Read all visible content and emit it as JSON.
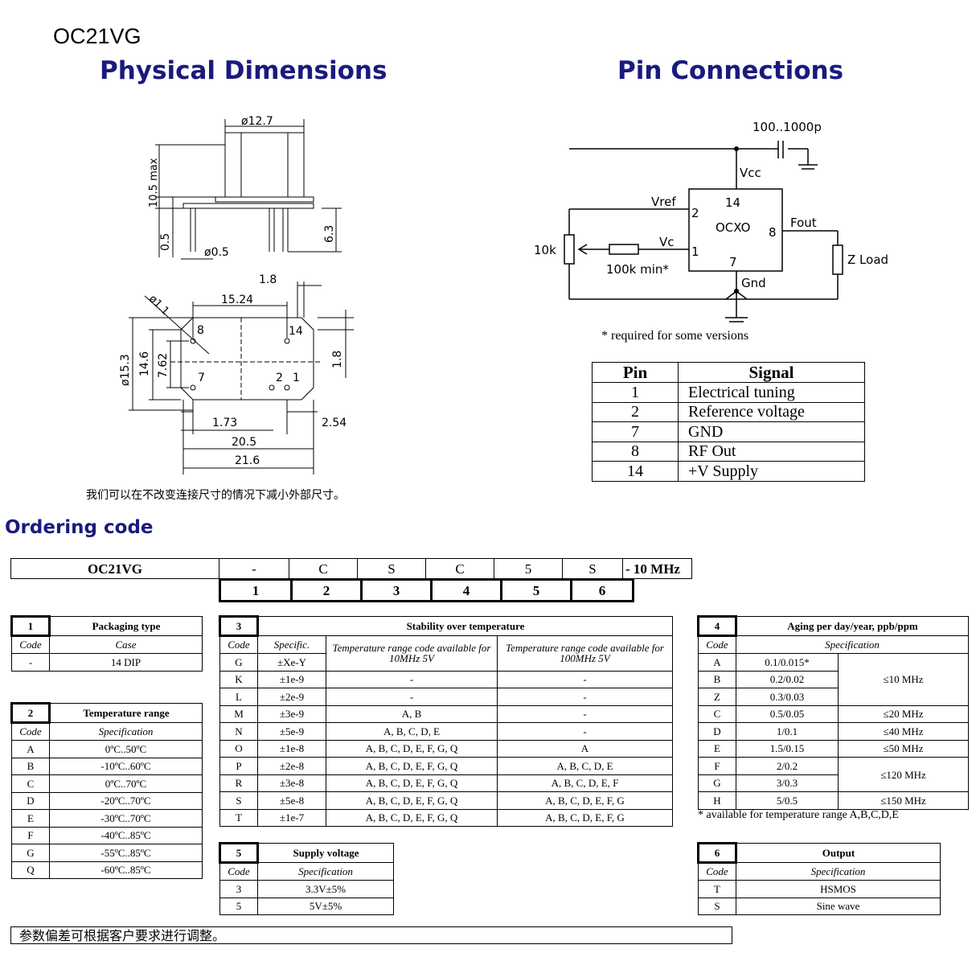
{
  "header": {
    "model": "OC21VG",
    "left_title": "Physical Dimensions",
    "right_title": "Pin Connections"
  },
  "drawing": {
    "dims": {
      "d127": "ø12.7",
      "h105": "10.5 max",
      "d05": "ø0.5",
      "h05": "0.5",
      "h63": "6.3",
      "d18top": "1.8",
      "d11": "ø1.1",
      "d1524": "15.24",
      "d153": "ø15.3",
      "d146": "14.6",
      "d762": "7.62",
      "d18r": "1.8",
      "d173": "1.73",
      "d254": "2.54",
      "d205": "20.5",
      "d216": "21.6"
    },
    "pins": {
      "p8": "8",
      "p14": "14",
      "p7": "7",
      "p2": "2",
      "p1": "1"
    },
    "note_cn": "我们可以在不改变连接尺寸的情况下减小外部尺寸。"
  },
  "circuit": {
    "cap": "100..1000p",
    "vcc": "Vcc",
    "vref": "Vref",
    "vc": "Vc",
    "pin14": "14",
    "pin2": "2",
    "pin1": "1",
    "pin8": "8",
    "pin7": "7",
    "ocxo": "OCXO",
    "fout": "Fout",
    "gnd": "Gnd",
    "pot": "10k",
    "res": "100k min*",
    "load": "Z Load",
    "footnote": "* required for some versions"
  },
  "pin_table": {
    "headers": [
      "Pin",
      "Signal"
    ],
    "rows": [
      [
        "1",
        "Electrical tuning"
      ],
      [
        "2",
        "Reference voltage"
      ],
      [
        "7",
        "GND"
      ],
      [
        "8",
        "RF Out"
      ],
      [
        "14",
        "+V Supply"
      ]
    ]
  },
  "ordering": {
    "title": "Ordering code",
    "code_row": [
      "OC21VG",
      "-",
      "C",
      "S",
      "C",
      "5",
      "S",
      "- 10 MHz"
    ],
    "num_row": [
      "1",
      "2",
      "3",
      "4",
      "5",
      "6"
    ]
  },
  "box1": {
    "num": "1",
    "title": "Packaging type",
    "col1": "Code",
    "col2": "Case",
    "rows": [
      [
        "-",
        "14 DIP"
      ]
    ]
  },
  "box2": {
    "num": "2",
    "title": "Temperature range",
    "col1": "Code",
    "col2": "Specification",
    "rows": [
      [
        "A",
        "0ºC..50ºC"
      ],
      [
        "B",
        "-10ºC..60ºC"
      ],
      [
        "C",
        "0ºC..70ºC"
      ],
      [
        "D",
        "-20ºC..70ºC"
      ],
      [
        "E",
        "-30ºC..70ºC"
      ],
      [
        "F",
        "-40ºC..85ºC"
      ],
      [
        "G",
        "-55ºC..85ºC"
      ],
      [
        "Q",
        "-60ºC..85ºC"
      ]
    ]
  },
  "box3": {
    "num": "3",
    "title": "Stability over temperature",
    "col1": "Code",
    "col2": "Specific.",
    "col3": "Temperature range code available for 10MHz 5V",
    "col4": "Temperature range code available for 100MHz 5V",
    "rows": [
      [
        "G",
        "±Xe-Y",
        "",
        ""
      ],
      [
        "K",
        "±1e-9",
        "-",
        "-"
      ],
      [
        "L",
        "±2e-9",
        "-",
        "-"
      ],
      [
        "M",
        "±3e-9",
        "A, B",
        "-"
      ],
      [
        "N",
        "±5e-9",
        "A, B, C, D, E",
        "-"
      ],
      [
        "O",
        "±1e-8",
        "A, B, C, D, E, F, G, Q",
        "A"
      ],
      [
        "P",
        "±2e-8",
        "A, B, C, D, E, F, G, Q",
        "A, B, C, D, E"
      ],
      [
        "R",
        "±3e-8",
        "A, B, C, D, E, F, G, Q",
        "A, B, C, D, E, F"
      ],
      [
        "S",
        "±5e-8",
        "A, B, C, D, E, F, G, Q",
        "A, B, C, D, E, F, G"
      ],
      [
        "T",
        "±1e-7",
        "A, B, C, D, E, F, G, Q",
        "A, B, C, D, E, F, G"
      ]
    ]
  },
  "box4": {
    "num": "4",
    "title": "Aging per day/year, ppb/ppm",
    "col1": "Code",
    "col2": "Specification",
    "rows": [
      [
        "A",
        "0.1/0.015*"
      ],
      [
        "B",
        "0.2/0.02"
      ],
      [
        "Z",
        "0.3/0.03"
      ],
      [
        "C",
        "0.5/0.05"
      ],
      [
        "D",
        "1/0.1"
      ],
      [
        "E",
        "1.5/0.15"
      ],
      [
        "F",
        "2/0.2"
      ],
      [
        "G",
        "3/0.3"
      ],
      [
        "H",
        "5/0.5"
      ]
    ],
    "freq": [
      "≤10 MHz",
      "≤20 MHz",
      "≤40 MHz",
      "≤50 MHz",
      "≤120 MHz",
      "≤150 MHz"
    ],
    "note": "* available for temperature range A,B,C,D,E"
  },
  "box5": {
    "num": "5",
    "title": "Supply voltage",
    "col1": "Code",
    "col2": "Specification",
    "rows": [
      [
        "3",
        "3.3V±5%"
      ],
      [
        "5",
        "5V±5%"
      ]
    ]
  },
  "box6": {
    "num": "6",
    "title": "Output",
    "col1": "Code",
    "col2": "Specification",
    "rows": [
      [
        "T",
        "HSMOS"
      ],
      [
        "S",
        "Sine wave"
      ]
    ]
  },
  "footer_note": "参数偏差可根据客户要求进行调整。"
}
